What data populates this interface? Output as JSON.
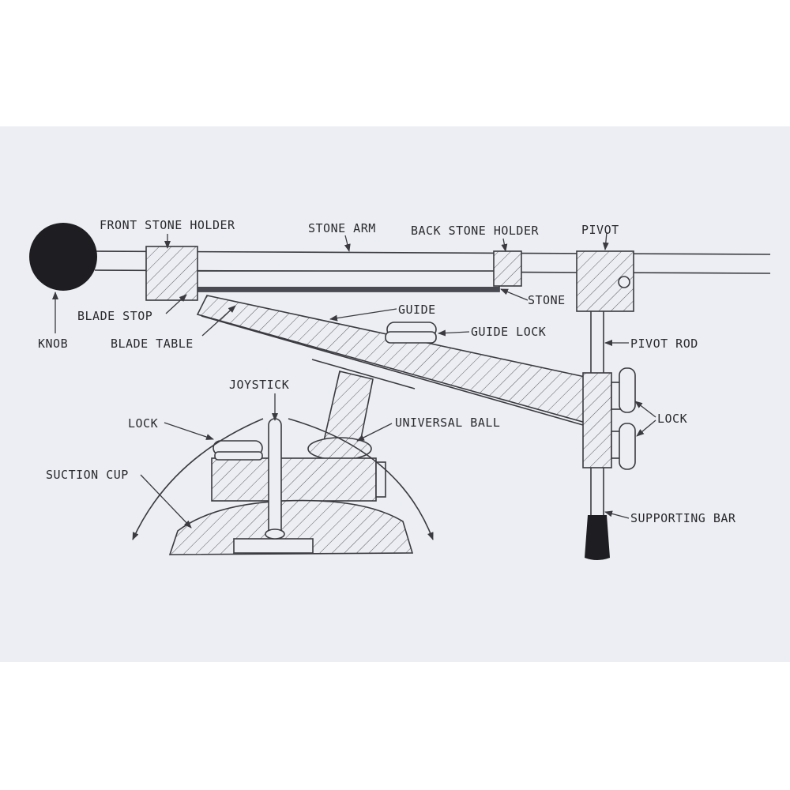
{
  "colors": {
    "page": "#ffffff",
    "sheet": "#eceef3",
    "ink": "#3a3a40",
    "knob": "#1e1e22"
  },
  "labels": {
    "front_stone_holder": "FRONT STONE HOLDER",
    "stone_arm": "STONE ARM",
    "back_stone_holder": "BACK STONE HOLDER",
    "pivot": "PIVOT",
    "stone": "STONE",
    "guide": "GUIDE",
    "guide_lock": "GUIDE LOCK",
    "blade_stop": "BLADE STOP",
    "blade_table": "BLADE TABLE",
    "knob": "KNOB",
    "pivot_rod": "PIVOT ROD",
    "joystick": "JOYSTICK",
    "universal_ball": "UNIVERSAL BALL",
    "lock_left": "LOCK",
    "lock_right": "LOCK",
    "suction_cup": "SUCTION CUP",
    "supporting_bar": "SUPPORTING BAR"
  }
}
